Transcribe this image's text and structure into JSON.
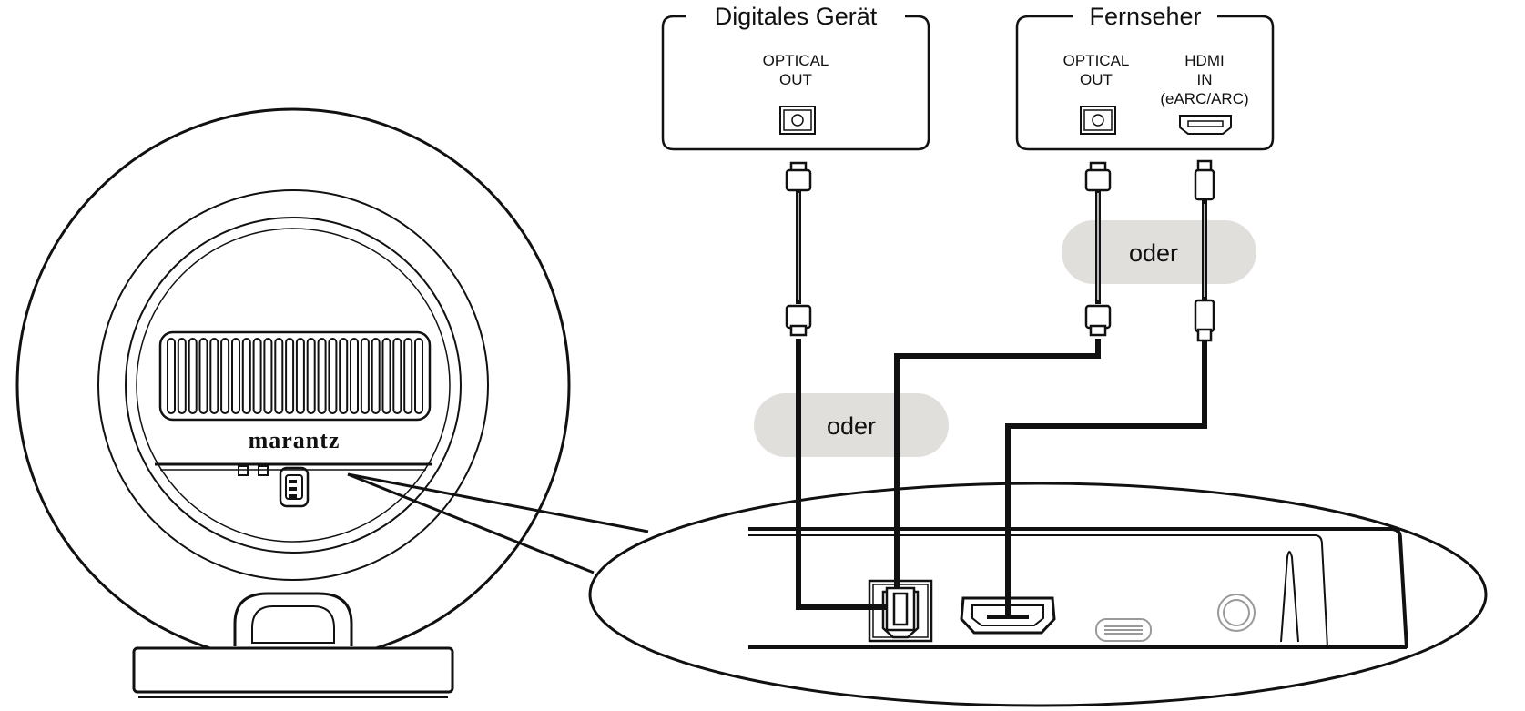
{
  "devices": {
    "digital_device": {
      "title": "Digitales Gerät",
      "optical_out_line1": "OPTICAL",
      "optical_out_line2": "OUT"
    },
    "tv": {
      "title": "Fernseher",
      "optical_out_line1": "OPTICAL",
      "optical_out_line2": "OUT",
      "hdmi_line1": "HDMI",
      "hdmi_line2": "IN",
      "hdmi_line3": "(eARC/ARC)"
    }
  },
  "or_labels": {
    "upper": "oder",
    "lower": "oder"
  },
  "speaker": {
    "brand": "marantz"
  },
  "colors": {
    "line": "#111111",
    "or_pill": "#e0dfdb",
    "background": "#ffffff"
  }
}
